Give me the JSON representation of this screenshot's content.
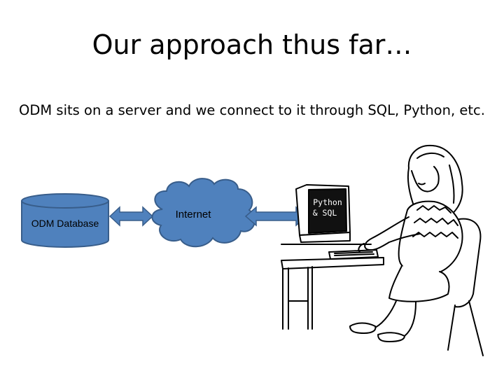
{
  "slide": {
    "title": "Our approach thus far…",
    "subtitle": "ODM sits on a server and we connect to it through SQL, Python, etc."
  },
  "diagram": {
    "database_label": "ODM Database",
    "cloud_label": "Internet",
    "screen_line1": "Python",
    "screen_line2": "& SQL",
    "shape_fill": "#4f81bd",
    "shape_stroke": "#385d8a",
    "line_color": "#000000"
  }
}
